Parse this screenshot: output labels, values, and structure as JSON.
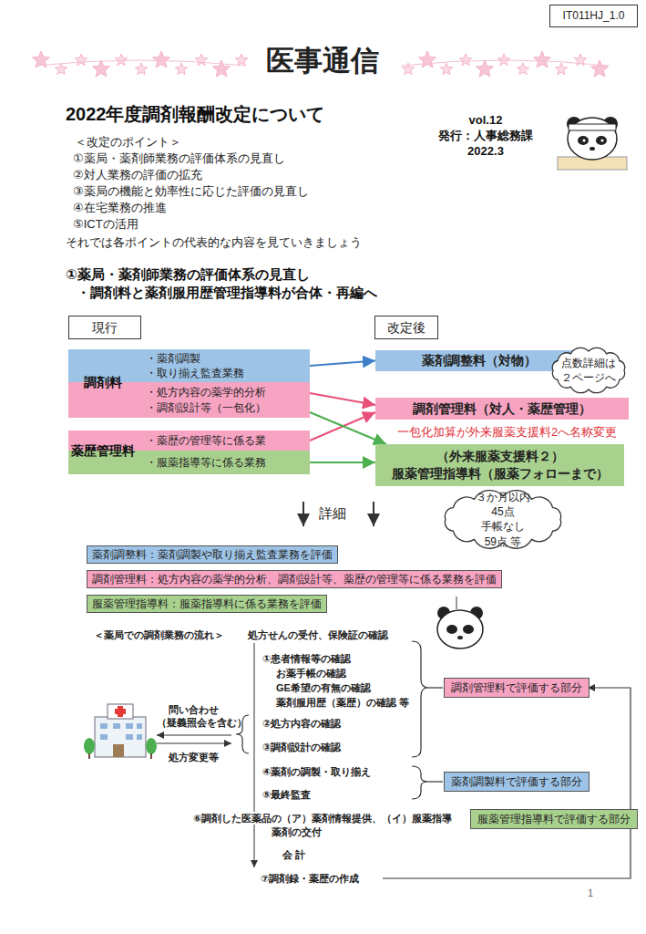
{
  "diagram": {
    "title": "医事通信",
    "nodes": [
      {
        "text": [
          "IT011HJ_1.0"
        ]
      },
      {
        "text": [
          "現行"
        ]
      },
      {
        "text": [
          "改定後"
        ]
      },
      {
        "text": [
          "・薬剤調製",
          "・取り揃え監査業務"
        ]
      },
      {
        "text": [
          "・処方内容の薬学的分析",
          "・調剤設計等（一包化）"
        ]
      },
      {
        "text": [
          "・薬歴の管理等に係る業"
        ]
      },
      {
        "text": [
          "・服薬指導等に係る業務"
        ]
      },
      {
        "text": [
          "薬剤調整料（対物）"
        ]
      },
      {
        "text": [
          "調剤管理料（対人・薬歴管理）"
        ]
      },
      {
        "text": [
          "（外来服薬支援料２）",
          "服薬管理指導料（服薬フォローまで）"
        ]
      },
      {
        "text": [
          "点数詳細は ２ページへ"
        ]
      },
      {
        "text": [
          "３か月以内　45点",
          "手帳なし　59点 等"
        ]
      },
      {
        "text": [
          "薬剤調整料：薬剤調製や取り揃え監査業務を評価"
        ]
      },
      {
        "text": [
          "調剤管理料：処方内容の薬学的分析、調剤設計等、薬歴の管理等に係る業務を評価"
        ]
      },
      {
        "text": [
          "服薬管理指導料：服薬指導料に係る業務を評価"
        ]
      },
      {
        "text": [
          "調剤管理料で評価する部分"
        ]
      },
      {
        "text": [
          "薬剤調製料で評価する部分"
        ]
      },
      {
        "text": [
          "服薬管理指導料で評価する部分"
        ]
      }
    ],
    "edges": [
      {
        "from": 3,
        "to": 7,
        "arrow": "to"
      },
      {
        "from": 4,
        "to": 8,
        "arrow": "to"
      },
      {
        "from": 5,
        "to": 8,
        "arrow": "to"
      },
      {
        "from": 6,
        "to": 9,
        "arrow": "to"
      },
      {
        "from": 4,
        "to": 9,
        "arrow": "to"
      }
    ],
    "labels": [
      "2022年度調剤報酬改定について",
      "vol.12",
      "発行：人事総務課",
      "2022.3",
      "＜改定のポイント＞",
      "①薬局・薬剤師業務の評価体系の見直し",
      "②対人業務の評価の拡充",
      "③薬局の機能と効率性に応じた評価の見直し",
      "④在宅業務の推進",
      "⑤ICTの活用",
      "それでは各ポイントの代表的な内容を見ていきましょう",
      "①薬局・薬剤師業務の評価体系の見直し",
      "・調剤料と薬剤服用歴管理指導料が合体・再編へ",
      "調剤料",
      "薬歴管理料",
      "一包化加算が外来服薬支援料2へ名称変更",
      "詳細",
      "＜薬局での調剤業務の流れ＞",
      "処方せんの受付、保険証の確認",
      "①患者情報等の確認",
      "お薬手帳の確認",
      "GE希望の有無の確認",
      "薬剤服用歴（薬歴）の確認 等",
      "②処方内容の確認",
      "③調剤設計の確認",
      "④薬剤の調製・取り揃え",
      "⑤最終監査",
      "⑥調剤した医薬品の（ア）薬剤情報提供、（イ）服薬指導",
      "薬剤の交付",
      "会 計",
      "⑦調剤録・薬歴の作成",
      "問い合わせ",
      "（疑義照会を含む）",
      "処方変更等",
      "1"
    ]
  }
}
